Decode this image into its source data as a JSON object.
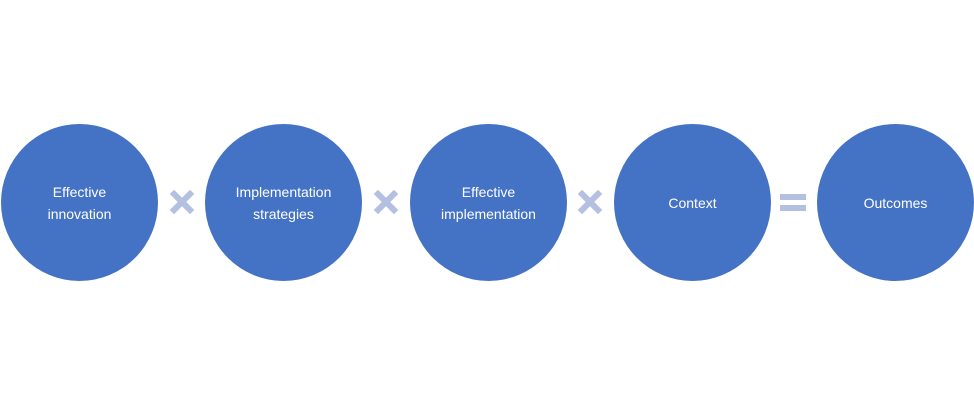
{
  "colors": {
    "circle_fill": "#4472c4",
    "operator_fill": "#b4c0e0",
    "text": "#ffffff"
  },
  "nodes": [
    {
      "label": "Effective innovation"
    },
    {
      "label": "Implementation strategies"
    },
    {
      "label": "Effective implementation"
    },
    {
      "label": "Context"
    },
    {
      "label": "Outcomes"
    }
  ],
  "operators": [
    {
      "symbol": "multiply-icon"
    },
    {
      "symbol": "multiply-icon"
    },
    {
      "symbol": "multiply-icon"
    },
    {
      "symbol": "equals-icon"
    }
  ]
}
